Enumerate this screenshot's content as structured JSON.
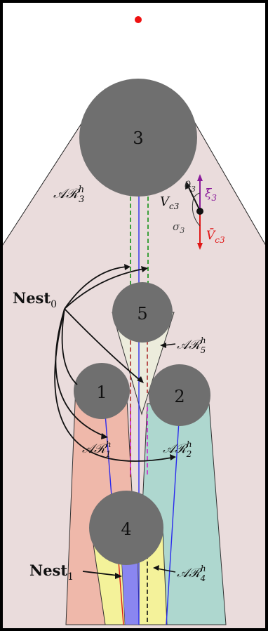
{
  "disks": [
    {
      "id": "3",
      "label": "3"
    },
    {
      "id": "5",
      "label": "5"
    },
    {
      "id": "1",
      "label": "1"
    },
    {
      "id": "2",
      "label": "2"
    },
    {
      "id": "4",
      "label": "4"
    }
  ],
  "regions": {
    "ar3": {
      "base": "𝒜ℛ",
      "sup": "h",
      "sub": "3"
    },
    "ar5": {
      "base": "𝒜ℛ",
      "sup": "h",
      "sub": "5"
    },
    "ar1": {
      "base": "𝒜ℛ",
      "sup": "h",
      "sub": "1"
    },
    "ar2": {
      "base": "𝒜ℛ",
      "sup": "h",
      "sub": "2"
    },
    "ar4": {
      "base": "𝒜ℛ",
      "sup": "h",
      "sub": "4"
    }
  },
  "nests": {
    "nest0": {
      "base": "Nest",
      "sub": "0"
    },
    "nest1": {
      "base": "Nest",
      "sub": "1"
    }
  },
  "vectors": {
    "theta": {
      "base": "θ",
      "sub": "3"
    },
    "xi": {
      "base": "ξ̄",
      "sub": "3"
    },
    "vc3": {
      "base": "V",
      "sub": "c3"
    },
    "sigma": {
      "base": "σ",
      "sub": "3"
    },
    "vbar": {
      "base": "V̄",
      "sub": "c3"
    }
  },
  "colors": {
    "background": "#eadcdc",
    "disk": "#6f6f6f",
    "ar1": "#efb8aa",
    "ar2": "#aed7cf",
    "ar5": "#ececdc",
    "ar4_yellow": "#f4f29a",
    "center_blue": "#8a86f0",
    "red_dot": "#ee1111",
    "xi": "#8a1a9a",
    "vbar": "#e01818"
  }
}
